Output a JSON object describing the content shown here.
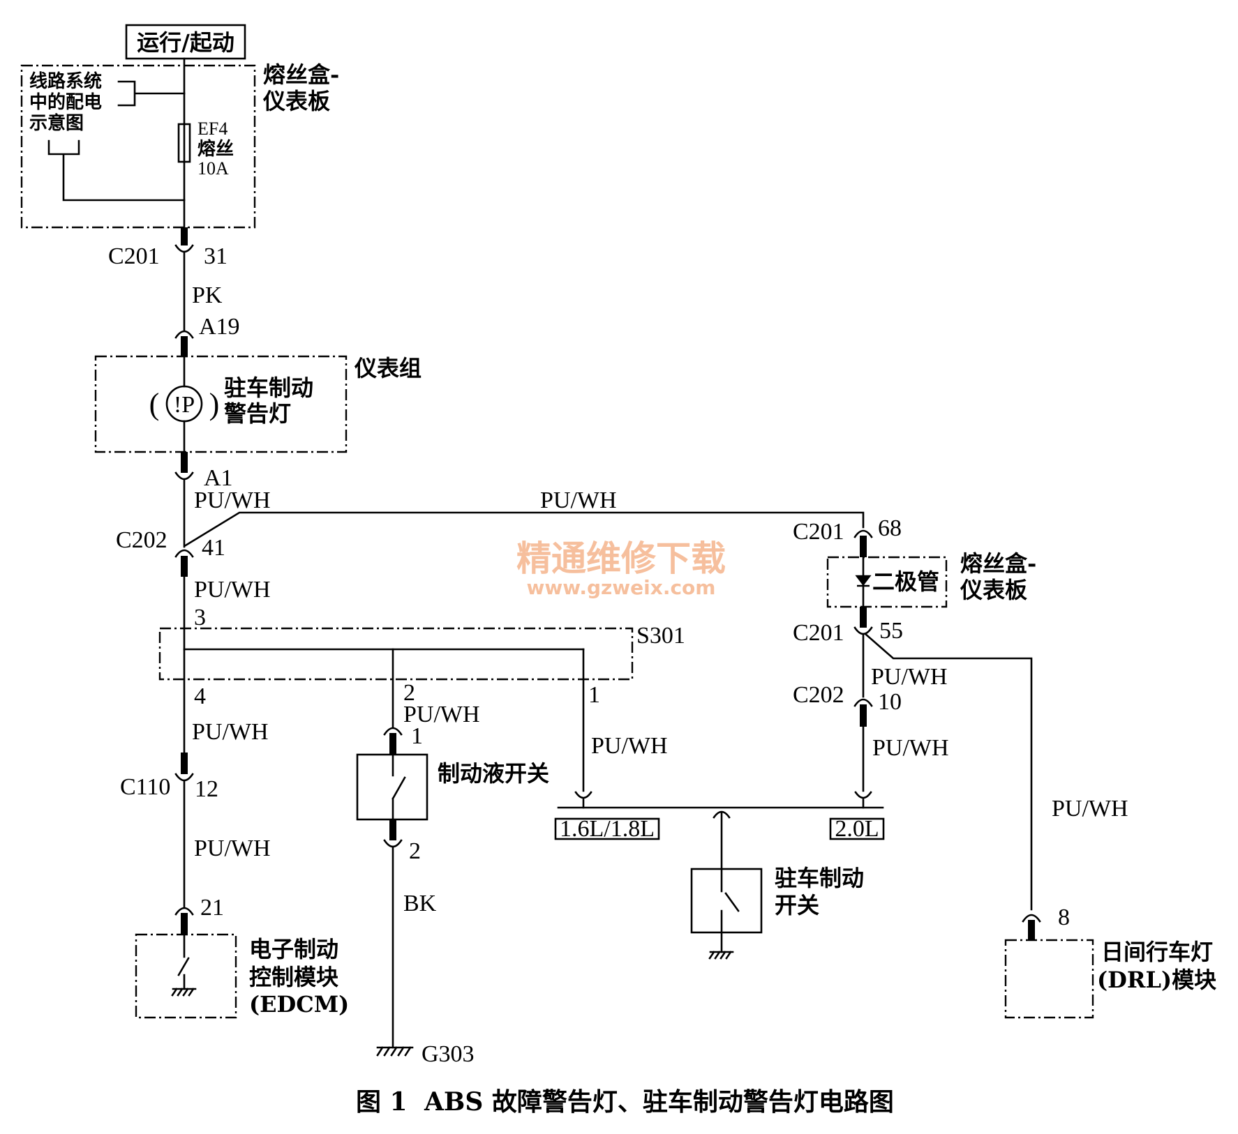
{
  "supply_label": "运行/起动",
  "fusebox_top": {
    "line1": "熔丝盒-",
    "line2": "仪表板"
  },
  "power_note": [
    "线路系统",
    "中的配电",
    "示意图"
  ],
  "fuse": {
    "id": "EF4",
    "name": "熔丝",
    "rating": "10A"
  },
  "c201_top": {
    "name": "C201",
    "pin": "31"
  },
  "wire_pk": "PK",
  "cluster_in_pin": "A19",
  "cluster": {
    "name": "仪表组",
    "lamp_symbol": "!P",
    "lamp_line1": "驻车制动",
    "lamp_line2": "警告灯"
  },
  "cluster_out_pin": "A1",
  "wire_labels": [
    "PU/WH",
    "PU/WH",
    "PU/WH",
    "PU/WH",
    "PU/WH",
    "PU/WH",
    "PU/WH",
    "PU/WH",
    "PU/WH",
    "PU/WH"
  ],
  "c202_left": {
    "name": "C202",
    "pin": "41"
  },
  "s301": {
    "name": "S301",
    "pin_in": "3",
    "pin_edcm": "4",
    "pin_fluid": "2",
    "pin_park": "1"
  },
  "c110": {
    "name": "C110",
    "pin": "12"
  },
  "edcm": {
    "pin": "21",
    "line1": "电子制动",
    "line2": "控制模块",
    "line3": "(EDCM)"
  },
  "brake_fluid_switch": {
    "pin_top": "1",
    "label": "制动液开关",
    "pin_bottom": "2",
    "wire": "BK",
    "ground": "G303"
  },
  "engine_options": {
    "left": "1.6L/1.8L",
    "right": "2.0L"
  },
  "park_brake_switch": {
    "line1": "驻车制动",
    "line2": "开关"
  },
  "c201_right_in": {
    "name": "C201",
    "pin": "68"
  },
  "fusebox_right": {
    "line1": "熔丝盒-",
    "line2": "仪表板",
    "diode": "二极管"
  },
  "c201_right_out": {
    "name": "C201",
    "pin": "55"
  },
  "c202_right": {
    "name": "C202",
    "pin": "10"
  },
  "drl": {
    "pin": "8",
    "line1": "日间行车灯",
    "line2": "(DRL)模块"
  },
  "watermark": {
    "line1": "精通维修下载",
    "line2": "www.gzweix.com"
  },
  "caption": {
    "number": "图 1",
    "text": "ABS 故障警告灯、驻车制动警告灯电路图"
  },
  "colors": {
    "ink": "#000000",
    "background": "#ffffff",
    "watermark": "#f5b48c"
  }
}
